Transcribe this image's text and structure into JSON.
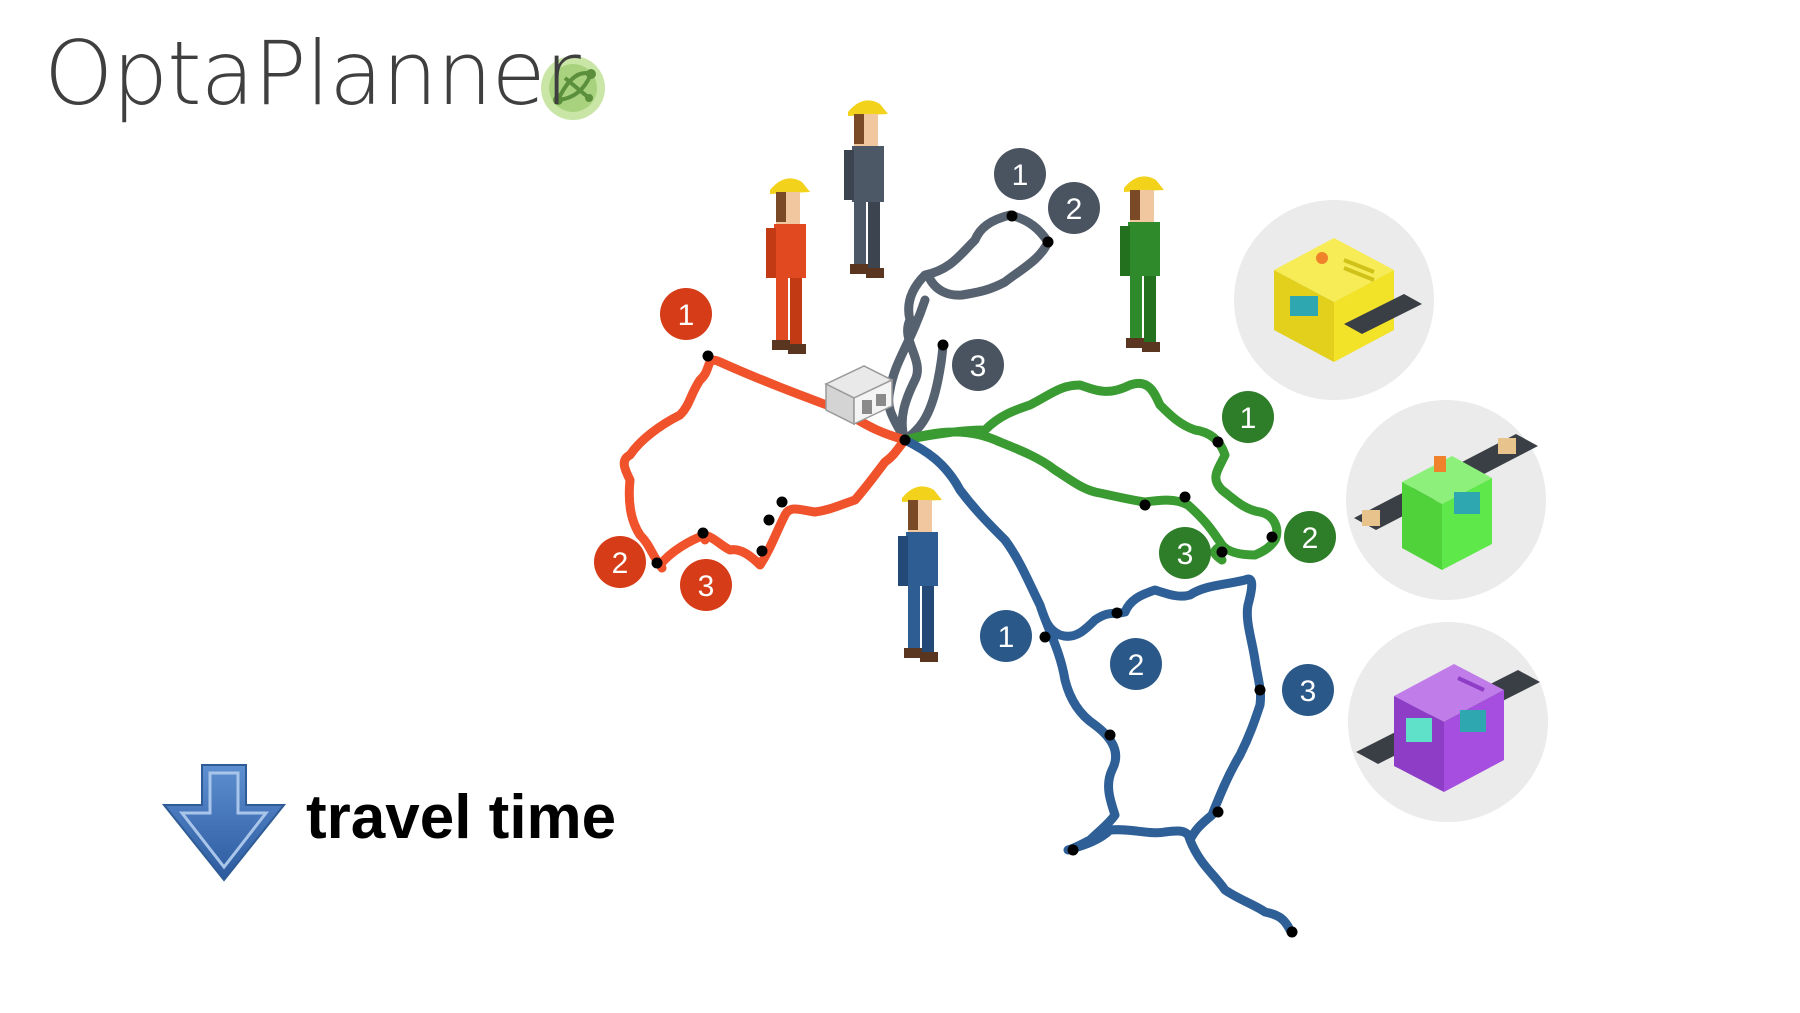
{
  "brand": {
    "name": "OptaPlanner",
    "logo_icon": "optaplanner-logo-icon"
  },
  "legend": {
    "caption": "travel time",
    "arrow_icon": "down-arrow-icon",
    "arrow_color": "#3a6bb0"
  },
  "routes": [
    {
      "id": "red",
      "color": "#f0522b",
      "badge_color": "#d63c18",
      "stops": [
        "1",
        "2",
        "3"
      ]
    },
    {
      "id": "grey",
      "color": "#566270",
      "badge_color": "#4a5461",
      "stops": [
        "1",
        "2",
        "3"
      ]
    },
    {
      "id": "green",
      "color": "#3a9b32",
      "badge_color": "#2e7d28",
      "stops": [
        "1",
        "2",
        "3"
      ]
    },
    {
      "id": "blue",
      "color": "#2e5f96",
      "badge_color": "#2a5888",
      "stops": [
        "1",
        "2",
        "3"
      ]
    }
  ],
  "technicians": [
    {
      "route": "red",
      "uniform_color": "#e14a20"
    },
    {
      "route": "grey",
      "uniform_color": "#4d5866"
    },
    {
      "route": "green",
      "uniform_color": "#2f8a2c"
    },
    {
      "route": "blue",
      "uniform_color": "#2d5d92"
    }
  ],
  "machines": [
    {
      "name": "yellow-machine-icon",
      "color": "#f2e228"
    },
    {
      "name": "green-machine-icon",
      "color": "#5fe84a"
    },
    {
      "name": "purple-machine-icon",
      "color": "#a64ee0"
    }
  ],
  "depot": {
    "icon": "depot-building-icon"
  }
}
